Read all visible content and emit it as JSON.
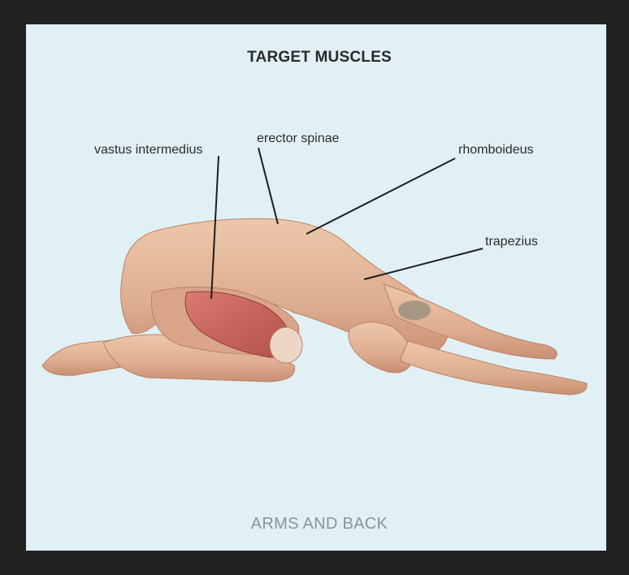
{
  "diagram": {
    "title": "TARGET MUSCLES",
    "footer": "ARMS AND BACK",
    "labels": {
      "vastus": "vastus intermedius",
      "erector": "erector spinae",
      "rhomboideus": "rhomboideus",
      "trapezius": "trapezius"
    }
  },
  "colors": {
    "background": "#e1f0f4",
    "frame": "#222222",
    "skin": "#e2b497",
    "muscle": "#c9615a",
    "leader_line": "#1e1e1e"
  }
}
